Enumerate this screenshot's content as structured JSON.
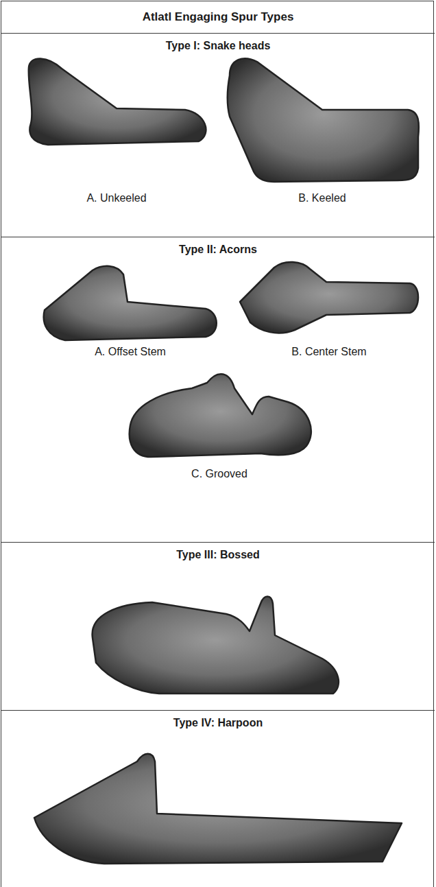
{
  "diagram": {
    "title": "Atlatl Engaging Spur Types",
    "nodes": [
      {
        "text": [
          "Type I: Snake heads"
        ]
      },
      {
        "text": [
          "Type II: Acorns"
        ]
      },
      {
        "text": [
          "Type III: Bossed"
        ]
      },
      {
        "text": [
          "Type IV: Harpoon"
        ]
      }
    ],
    "labels": [
      "A. Unkeeled",
      "B. Keeled",
      "A. Offset Stem",
      "B. Center Stem",
      "C. Grooved"
    ]
  }
}
